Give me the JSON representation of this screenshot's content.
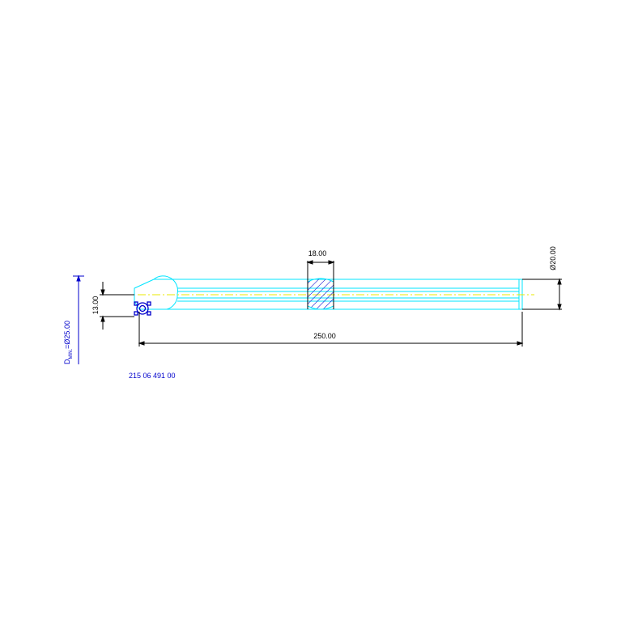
{
  "dimensions": {
    "slot_width": "18.00",
    "diameter": "Ø20.00",
    "length": "250.00",
    "offset": "13.00",
    "min_diameter_prefix": "D",
    "min_diameter_sub": "MIN.",
    "min_diameter_value": "=Ø25.00"
  },
  "part_number": "215 06 491 00",
  "colors": {
    "outline": "#00e5ff",
    "centerline": "#e8e800",
    "hatch": "#0000cc",
    "dimension": "#000000",
    "annotation": "#0000cc"
  }
}
